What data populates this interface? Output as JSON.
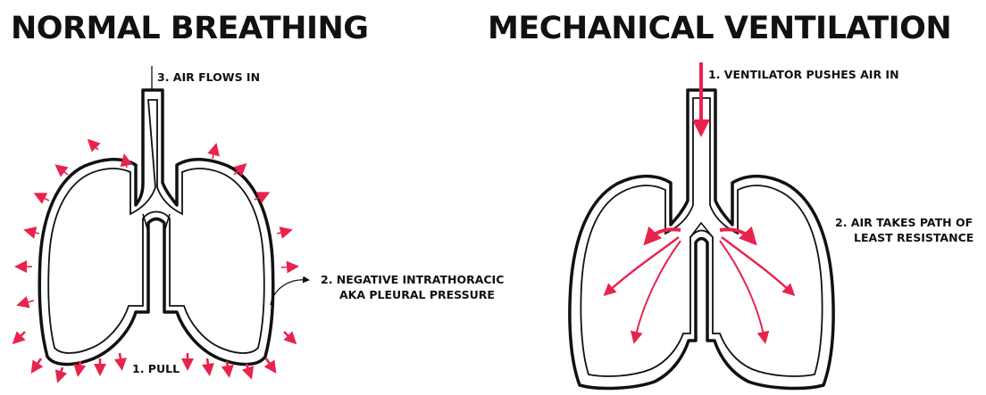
{
  "panels": {
    "left": {
      "title": "NORMAL BREATHING",
      "label_air": "3. AIR FLOWS IN",
      "label_pressure_1": "2. NEGATIVE INTRATHORACIC",
      "label_pressure_2": "AKA PLEURAL PRESSURE",
      "label_pull": "1. PULL"
    },
    "right": {
      "title": "MECHANICAL VENTILATION",
      "label_ventilator": "1. VENTILATOR PUSHES AIR IN",
      "label_path_1": "2. AIR TAKES PATH OF",
      "label_path_2": "LEAST RESISTANCE"
    }
  },
  "colors": {
    "accent": "#e8234d",
    "ink": "#111111"
  }
}
